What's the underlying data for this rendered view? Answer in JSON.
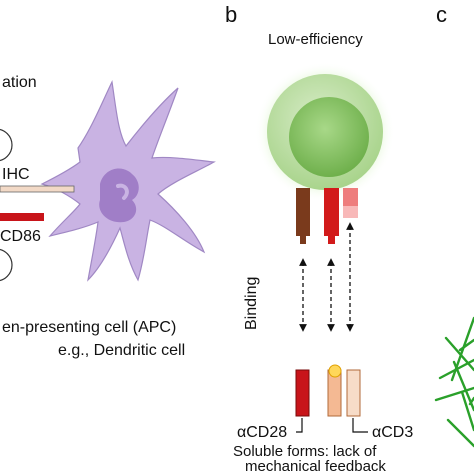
{
  "panels": {
    "b": {
      "letter": "b",
      "title": "Low-efficiency"
    },
    "c": {
      "letter": "c"
    }
  },
  "left_panel": {
    "activation_fragment": "ation",
    "mhc_fragment": "IHC",
    "cd86_fragment": "CD86",
    "apc_label_line1": "en-presenting cell (APC)",
    "apc_label_line2": "e.g., Dendritic cell"
  },
  "panel_b": {
    "binding_label": "Binding",
    "acd28_label": "αCD28",
    "acd3_label": "αCD3",
    "caption_line1": "Soluble forms: lack of",
    "caption_line2": "mechanical feedback"
  },
  "colors": {
    "apc_fill": "#c9b3e3",
    "apc_nucleus": "#a07ec7",
    "tcell_outer": "#b8dca0",
    "tcell_inner": "#8fc46f",
    "tcell_glow": "#a6e07a",
    "cd28_brown": "#7a3a1c",
    "red": "#d21a1a",
    "pink": "#ee7d7d",
    "peach": "#f4b993",
    "light_peach": "#f7dcc8",
    "fiber_green": "#2aa02a"
  }
}
